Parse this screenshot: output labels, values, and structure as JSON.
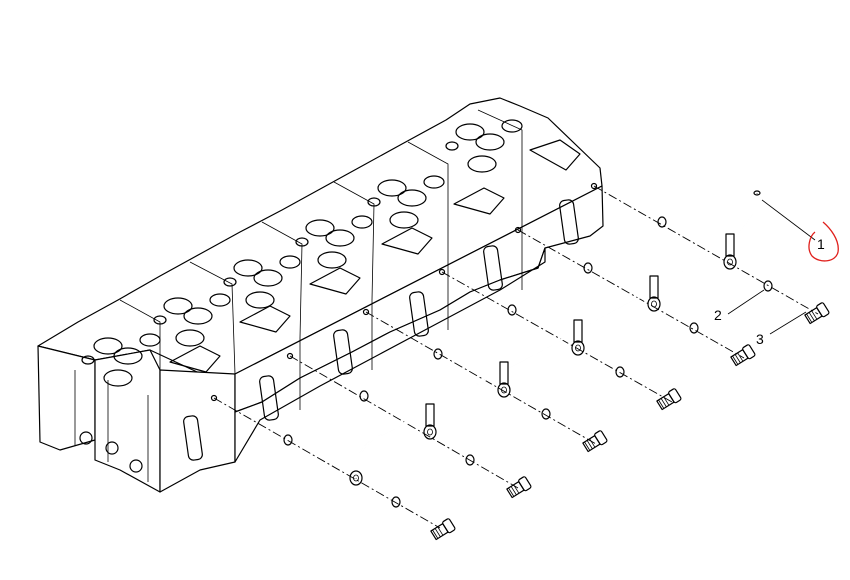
{
  "callouts": [
    {
      "id": "1",
      "label": "1"
    },
    {
      "id": "2",
      "label": "2"
    },
    {
      "id": "3",
      "label": "3"
    }
  ],
  "colors": {
    "line": "#000000",
    "background": "#ffffff",
    "markup_circle": "#e0201c"
  }
}
